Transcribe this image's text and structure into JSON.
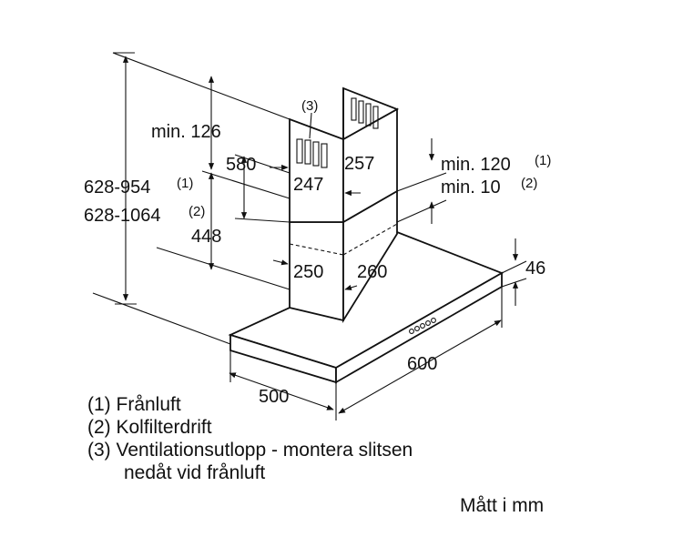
{
  "labels": {
    "ventilation_ref": "(3)",
    "min126": "min. 126",
    "d580": "580",
    "d257": "257",
    "d247": "247",
    "range_exhaust": "628-954",
    "range_exhaust_ref": "(1)",
    "range_filter": "628-1064",
    "range_filter_ref": "(2)",
    "d448": "448",
    "d250": "250",
    "d260": "260",
    "min120": "min. 120",
    "min120_ref": "(1)",
    "min10": "min. 10",
    "min10_ref": "(2)",
    "d46": "46",
    "d600": "600",
    "d500": "500"
  },
  "legend": [
    "(1) Frånluft",
    "(2) Kolfilterdrift",
    "(3) Ventilationsutlopp - montera slitsen",
    "nedåt vid frånluft"
  ],
  "units": "Mått i mm"
}
